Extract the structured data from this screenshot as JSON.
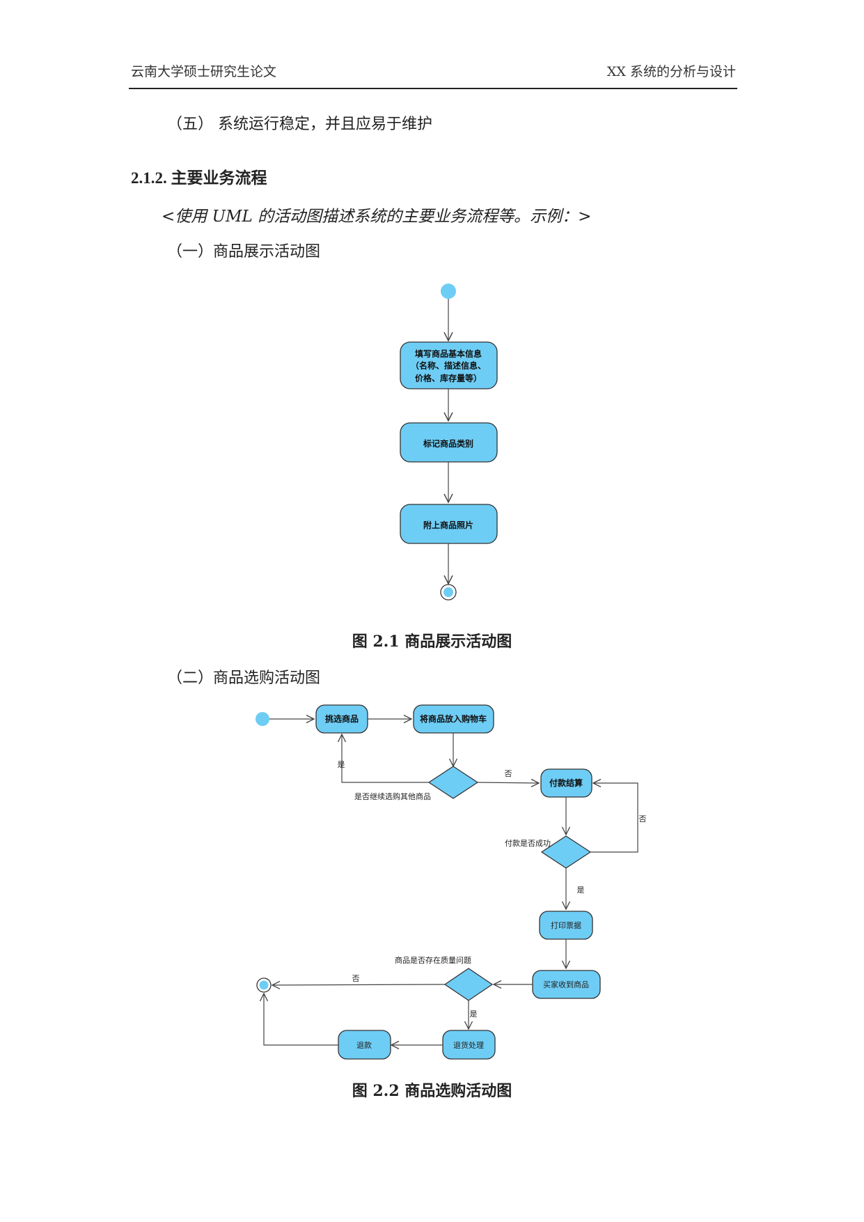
{
  "header": {
    "left": "云南大学硕士研究生论文",
    "right": "XX 系统的分析与设计"
  },
  "content": {
    "item5": "（五）  系统运行稳定，并且应易于维护",
    "section_heading": "2.1.2.  主要业务流程",
    "instruction": "<使用 UML 的活动图描述系统的主要业务流程等。示例：>",
    "sub1": "（一）商品展示活动图",
    "sub2": "（二）商品选购活动图"
  },
  "figure1": {
    "caption": "图 2.1  商品展示活动图",
    "nodes": {
      "n1_line1": "填写商品基本信息",
      "n1_line2": "（名称、描述信息、",
      "n1_line3": "价格、库存量等）",
      "n2": "标记商品类别",
      "n3": "附上商品照片"
    }
  },
  "figure2": {
    "caption": "图 2.2  商品选购活动图",
    "nodes": {
      "select": "挑选商品",
      "cart": "将商品放入购物车",
      "pay": "付款结算",
      "print": "打印票据",
      "receive": "买家收到商品",
      "return_proc": "退货处理",
      "refund": "退款"
    },
    "labels": {
      "continue_q": "是否继续选购其他商品",
      "pay_q": "付款是否成功",
      "quality_q": "商品是否存在质量问题",
      "yes": "是",
      "no": "否"
    }
  },
  "colors": {
    "node_fill": "#6ecdf5",
    "node_stroke": "#3a3a3a",
    "line": "#444444"
  }
}
